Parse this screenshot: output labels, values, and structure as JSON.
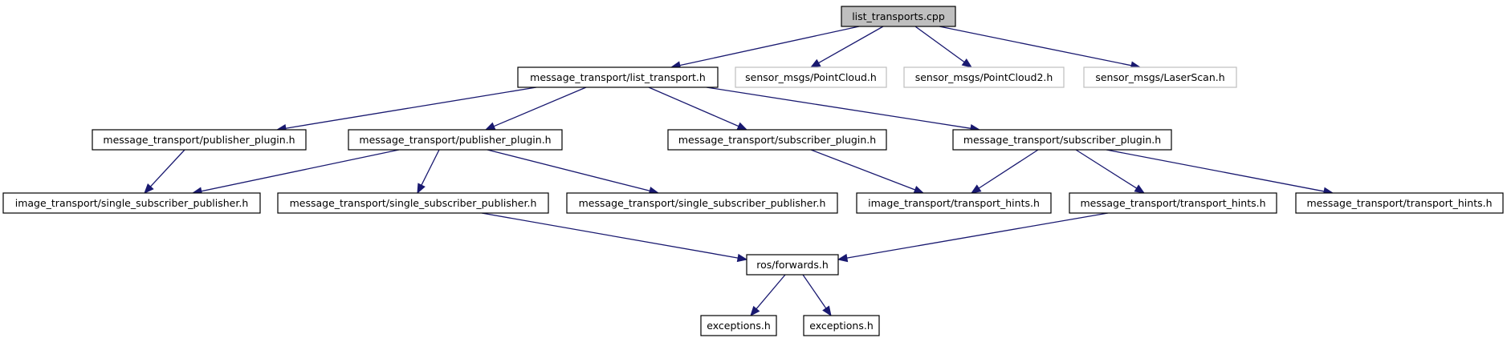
{
  "diagram": {
    "type": "include-dependency-graph",
    "colors": {
      "edge": "#191970",
      "root_fill": "#bfbfbf",
      "external_border": "#bfbfbf",
      "node_border": "#000000"
    },
    "nodes": [
      {
        "id": "list_transports",
        "label": "list_transports.cpp",
        "kind": "root"
      },
      {
        "id": "mt_list_transport",
        "label": "message_transport/list_transport.h",
        "kind": "normal"
      },
      {
        "id": "sm_pointcloud",
        "label": "sensor_msgs/PointCloud.h",
        "kind": "external"
      },
      {
        "id": "sm_pointcloud2",
        "label": "sensor_msgs/PointCloud2.h",
        "kind": "external"
      },
      {
        "id": "sm_laserscan",
        "label": "sensor_msgs/LaserScan.h",
        "kind": "external"
      },
      {
        "id": "pub_plugin_1",
        "label": "message_transport/publisher_plugin.h",
        "kind": "normal"
      },
      {
        "id": "pub_plugin_2",
        "label": "message_transport/publisher_plugin.h",
        "kind": "normal"
      },
      {
        "id": "sub_plugin_1",
        "label": "message_transport/subscriber_plugin.h",
        "kind": "normal"
      },
      {
        "id": "sub_plugin_2",
        "label": "message_transport/subscriber_plugin.h",
        "kind": "normal"
      },
      {
        "id": "it_ssp",
        "label": "image_transport/single_subscriber_publisher.h",
        "kind": "normal"
      },
      {
        "id": "mt_ssp_1",
        "label": "message_transport/single_subscriber_publisher.h",
        "kind": "normal"
      },
      {
        "id": "mt_ssp_2",
        "label": "message_transport/single_subscriber_publisher.h",
        "kind": "normal"
      },
      {
        "id": "it_hints",
        "label": "image_transport/transport_hints.h",
        "kind": "normal"
      },
      {
        "id": "mt_hints_1",
        "label": "message_transport/transport_hints.h",
        "kind": "normal"
      },
      {
        "id": "mt_hints_2",
        "label": "message_transport/transport_hints.h",
        "kind": "normal"
      },
      {
        "id": "ros_forwards",
        "label": "ros/forwards.h",
        "kind": "normal"
      },
      {
        "id": "exceptions_1",
        "label": "exceptions.h",
        "kind": "normal"
      },
      {
        "id": "exceptions_2",
        "label": "exceptions.h",
        "kind": "normal"
      }
    ],
    "edges": [
      [
        "list_transports",
        "mt_list_transport"
      ],
      [
        "list_transports",
        "sm_pointcloud"
      ],
      [
        "list_transports",
        "sm_pointcloud2"
      ],
      [
        "list_transports",
        "sm_laserscan"
      ],
      [
        "mt_list_transport",
        "pub_plugin_1"
      ],
      [
        "mt_list_transport",
        "pub_plugin_2"
      ],
      [
        "mt_list_transport",
        "sub_plugin_1"
      ],
      [
        "mt_list_transport",
        "sub_plugin_2"
      ],
      [
        "pub_plugin_1",
        "it_ssp"
      ],
      [
        "pub_plugin_2",
        "it_ssp"
      ],
      [
        "pub_plugin_2",
        "mt_ssp_1"
      ],
      [
        "pub_plugin_2",
        "mt_ssp_2"
      ],
      [
        "sub_plugin_1",
        "it_hints"
      ],
      [
        "sub_plugin_2",
        "it_hints"
      ],
      [
        "sub_plugin_2",
        "mt_hints_1"
      ],
      [
        "sub_plugin_2",
        "mt_hints_2"
      ],
      [
        "mt_ssp_1",
        "ros_forwards"
      ],
      [
        "mt_hints_1",
        "ros_forwards"
      ],
      [
        "ros_forwards",
        "exceptions_1"
      ],
      [
        "ros_forwards",
        "exceptions_2"
      ]
    ]
  }
}
